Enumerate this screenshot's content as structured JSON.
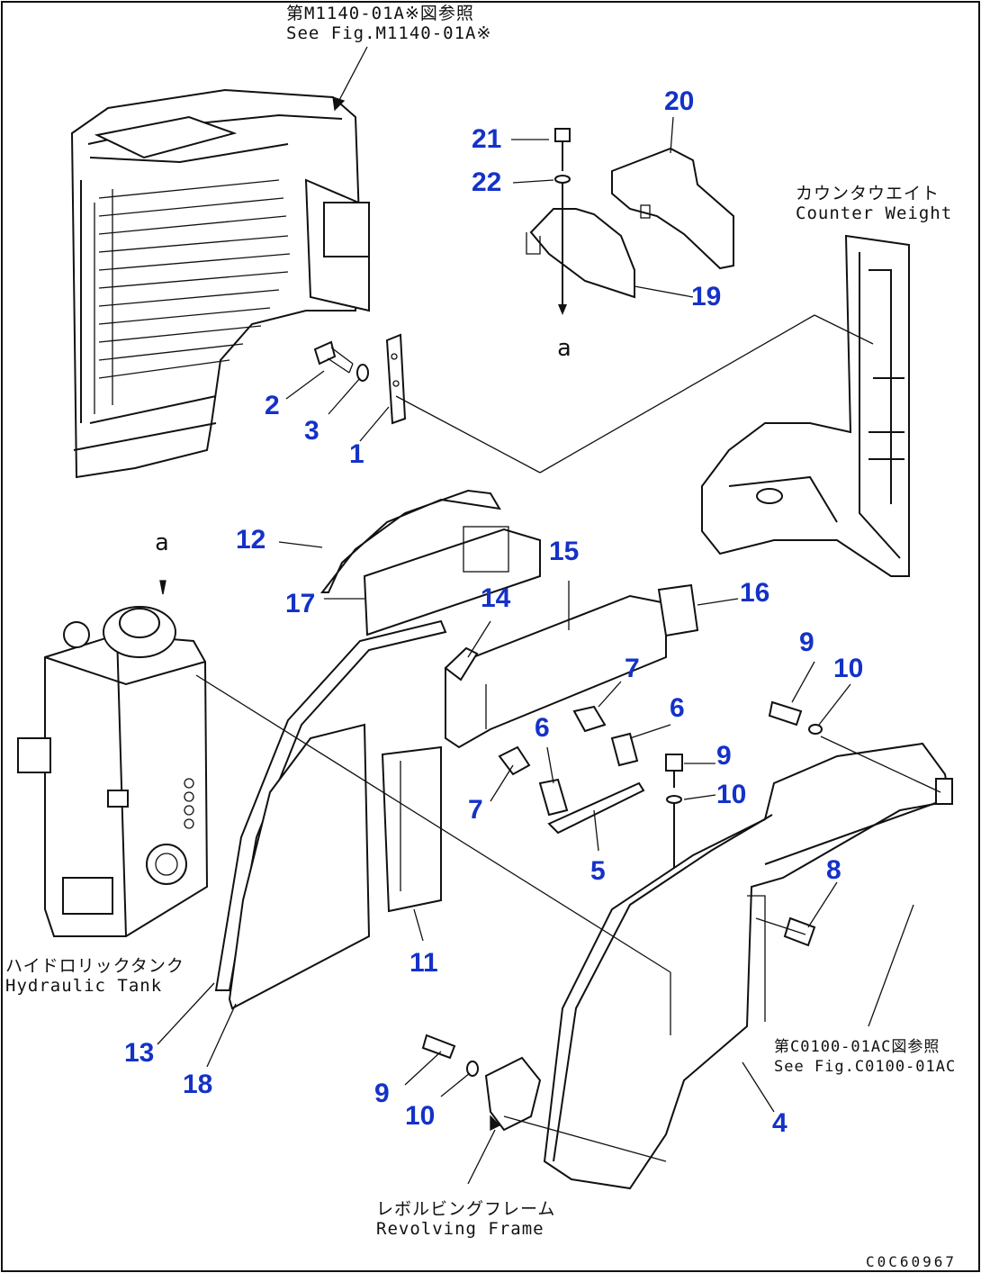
{
  "part_numbers": [
    "1",
    "2",
    "3",
    "4",
    "5",
    "6",
    "6",
    "7",
    "7",
    "8",
    "9",
    "9",
    "9",
    "10",
    "10",
    "10",
    "11",
    "12",
    "13",
    "14",
    "15",
    "16",
    "17",
    "18",
    "19",
    "20",
    "21",
    "22"
  ],
  "notes": {
    "top_ref": "第M1140-01A※図参照\nSee Fig.M1140-01A※",
    "counter_weight": "カウンタウエイト\nCounter Weight",
    "hydraulic_tank": "ハイドロリックタンク\nHydraulic Tank",
    "bottom_ref": "第C0100-01AC図参照\nSee Fig.C0100-01AC",
    "revolving_frame": "レボルビングフレーム\nRevolving Frame"
  },
  "view_ref": [
    "a",
    "a"
  ],
  "drawing_code": "C0C60967"
}
